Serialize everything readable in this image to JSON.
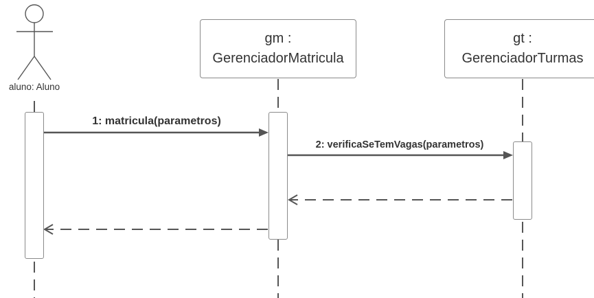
{
  "actor": {
    "label": "aluno: Aluno"
  },
  "participants": [
    {
      "line1": "gm :",
      "line2": "GerenciadorMatricula"
    },
    {
      "line1": "gt :",
      "line2": "GerenciadorTurmas"
    }
  ],
  "messages": [
    {
      "label": "1: matricula(parametros)"
    },
    {
      "label": "2: verificaSeTemVagas(parametros)"
    }
  ],
  "colors": {
    "line": "#555555",
    "border": "#8a8a8a",
    "text": "#333333"
  }
}
